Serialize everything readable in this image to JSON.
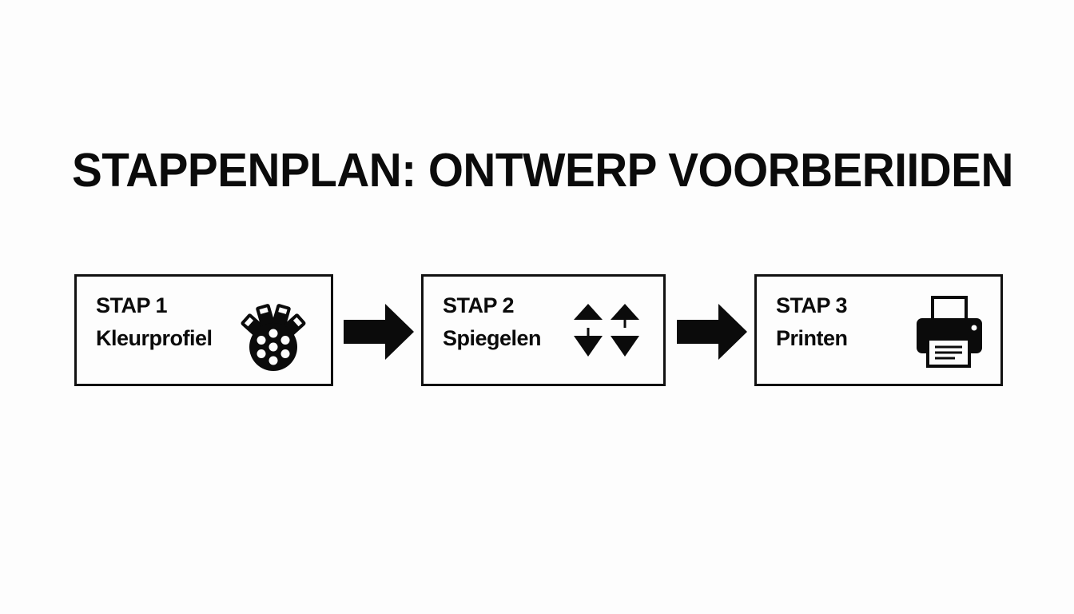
{
  "title": "STAPPENPLAN: ONTWERP VOORBERIIDEN",
  "steps": [
    {
      "label": "STAP 1",
      "name": "Kleurprofiel",
      "icon": "color-swatch-reel-icon"
    },
    {
      "label": "STAP 2",
      "name": "Spiegelen",
      "icon": "mirror-flip-arrows-icon"
    },
    {
      "label": "STAP 3",
      "name": "Printen",
      "icon": "printer-icon"
    }
  ],
  "connector_icon": "right-arrow-icon",
  "colors": {
    "background": "#fdfdfd",
    "ink": "#0b0b0b",
    "box_border": "#111111"
  }
}
